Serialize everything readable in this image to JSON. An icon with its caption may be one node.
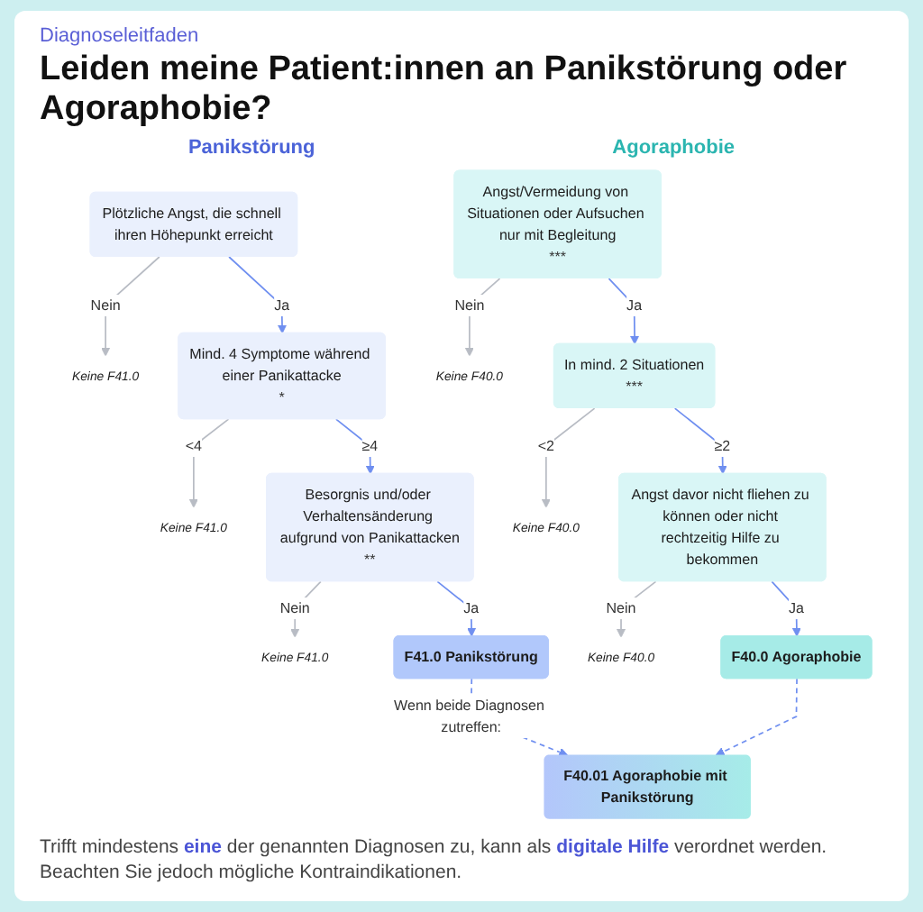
{
  "diagram": {
    "title": "Leiden meine Patient:innen an Panikstörung oder Agoraphobie?",
    "caption": "Trifft mindestens **eine** der genannten Diagnosen zu, kann als **digitale Hilfe** verordnet werden. Beachten Sie jedoch mögliche Kontraindikationen.",
    "nodes": [
      {
        "text": [
          "Plötzliche Angst, die schnell ihren Höhepunkt erreicht"
        ]
      },
      {
        "text": [
          "Keine F41.0"
        ]
      },
      {
        "text": [
          "Mind. 4 Symptome während einer Panikattacke",
          "*"
        ]
      },
      {
        "text": [
          "Keine F41.0"
        ]
      },
      {
        "text": [
          "Besorgnis und/oder Verhaltensänderung aufgrund von Panikattacken",
          "**"
        ]
      },
      {
        "text": [
          "Keine F41.0"
        ]
      },
      {
        "text": [
          "F41.0 Panikstörung"
        ]
      },
      {
        "text": [
          "Angst/Vermeidung von Situationen oder Aufsuchen nur mit Begleitung",
          "***"
        ]
      },
      {
        "text": [
          "Keine F40.0"
        ]
      },
      {
        "text": [
          "In mind. 2 Situationen",
          "***"
        ]
      },
      {
        "text": [
          "Keine F40.0"
        ]
      },
      {
        "text": [
          "Angst davor nicht fliehen zu können oder nicht rechtzeitig Hilfe zu bekommen"
        ]
      },
      {
        "text": [
          "Keine F40.0"
        ]
      },
      {
        "text": [
          "F40.0 Agoraphobie"
        ]
      },
      {
        "text": [
          "F40.01 Agoraphobie mit Panikstörung"
        ]
      }
    ],
    "edges": [
      {
        "from": 0,
        "to": 1,
        "arrow": "to",
        "label": "Nein",
        "color": "#b8bcc4"
      },
      {
        "from": 0,
        "to": 2,
        "arrow": "to",
        "label": "Ja"
      },
      {
        "from": 2,
        "to": 3,
        "arrow": "to",
        "label": "<4",
        "color": "#b8bcc4"
      },
      {
        "from": 2,
        "to": 4,
        "arrow": "to",
        "label": "≥4"
      },
      {
        "from": 4,
        "to": 5,
        "arrow": "to",
        "label": "Nein",
        "color": "#b8bcc4"
      },
      {
        "from": 4,
        "to": 6,
        "arrow": "to",
        "label": "Ja"
      },
      {
        "from": 7,
        "to": 9,
        "arrow": "to",
        "label": "Ja"
      },
      {
        "from": 7,
        "to": 8,
        "arrow": "to",
        "label": "Nein",
        "color": "#b8bcc4"
      },
      {
        "from": 9,
        "to": 11,
        "arrow": "to",
        "label": "≥2"
      },
      {
        "from": 9,
        "to": 10,
        "arrow": "to",
        "label": "<2",
        "color": "#b8bcc4"
      },
      {
        "from": 11,
        "to": 13,
        "arrow": "to",
        "label": "Ja"
      },
      {
        "from": 11,
        "to": 12,
        "arrow": "to",
        "label": "Nein",
        "color": "#b8bcc4"
      },
      {
        "from": 6,
        "to": 14,
        "arrow": "to",
        "style": "dashed",
        "label": "Wenn beide Diagnosen zutreffen:"
      },
      {
        "from": 13,
        "to": 14,
        "arrow": "to",
        "style": "dashed"
      }
    ],
    "labels": [
      "Diagnoseleitfaden",
      "Panikstörung",
      "Agoraphobie"
    ]
  }
}
